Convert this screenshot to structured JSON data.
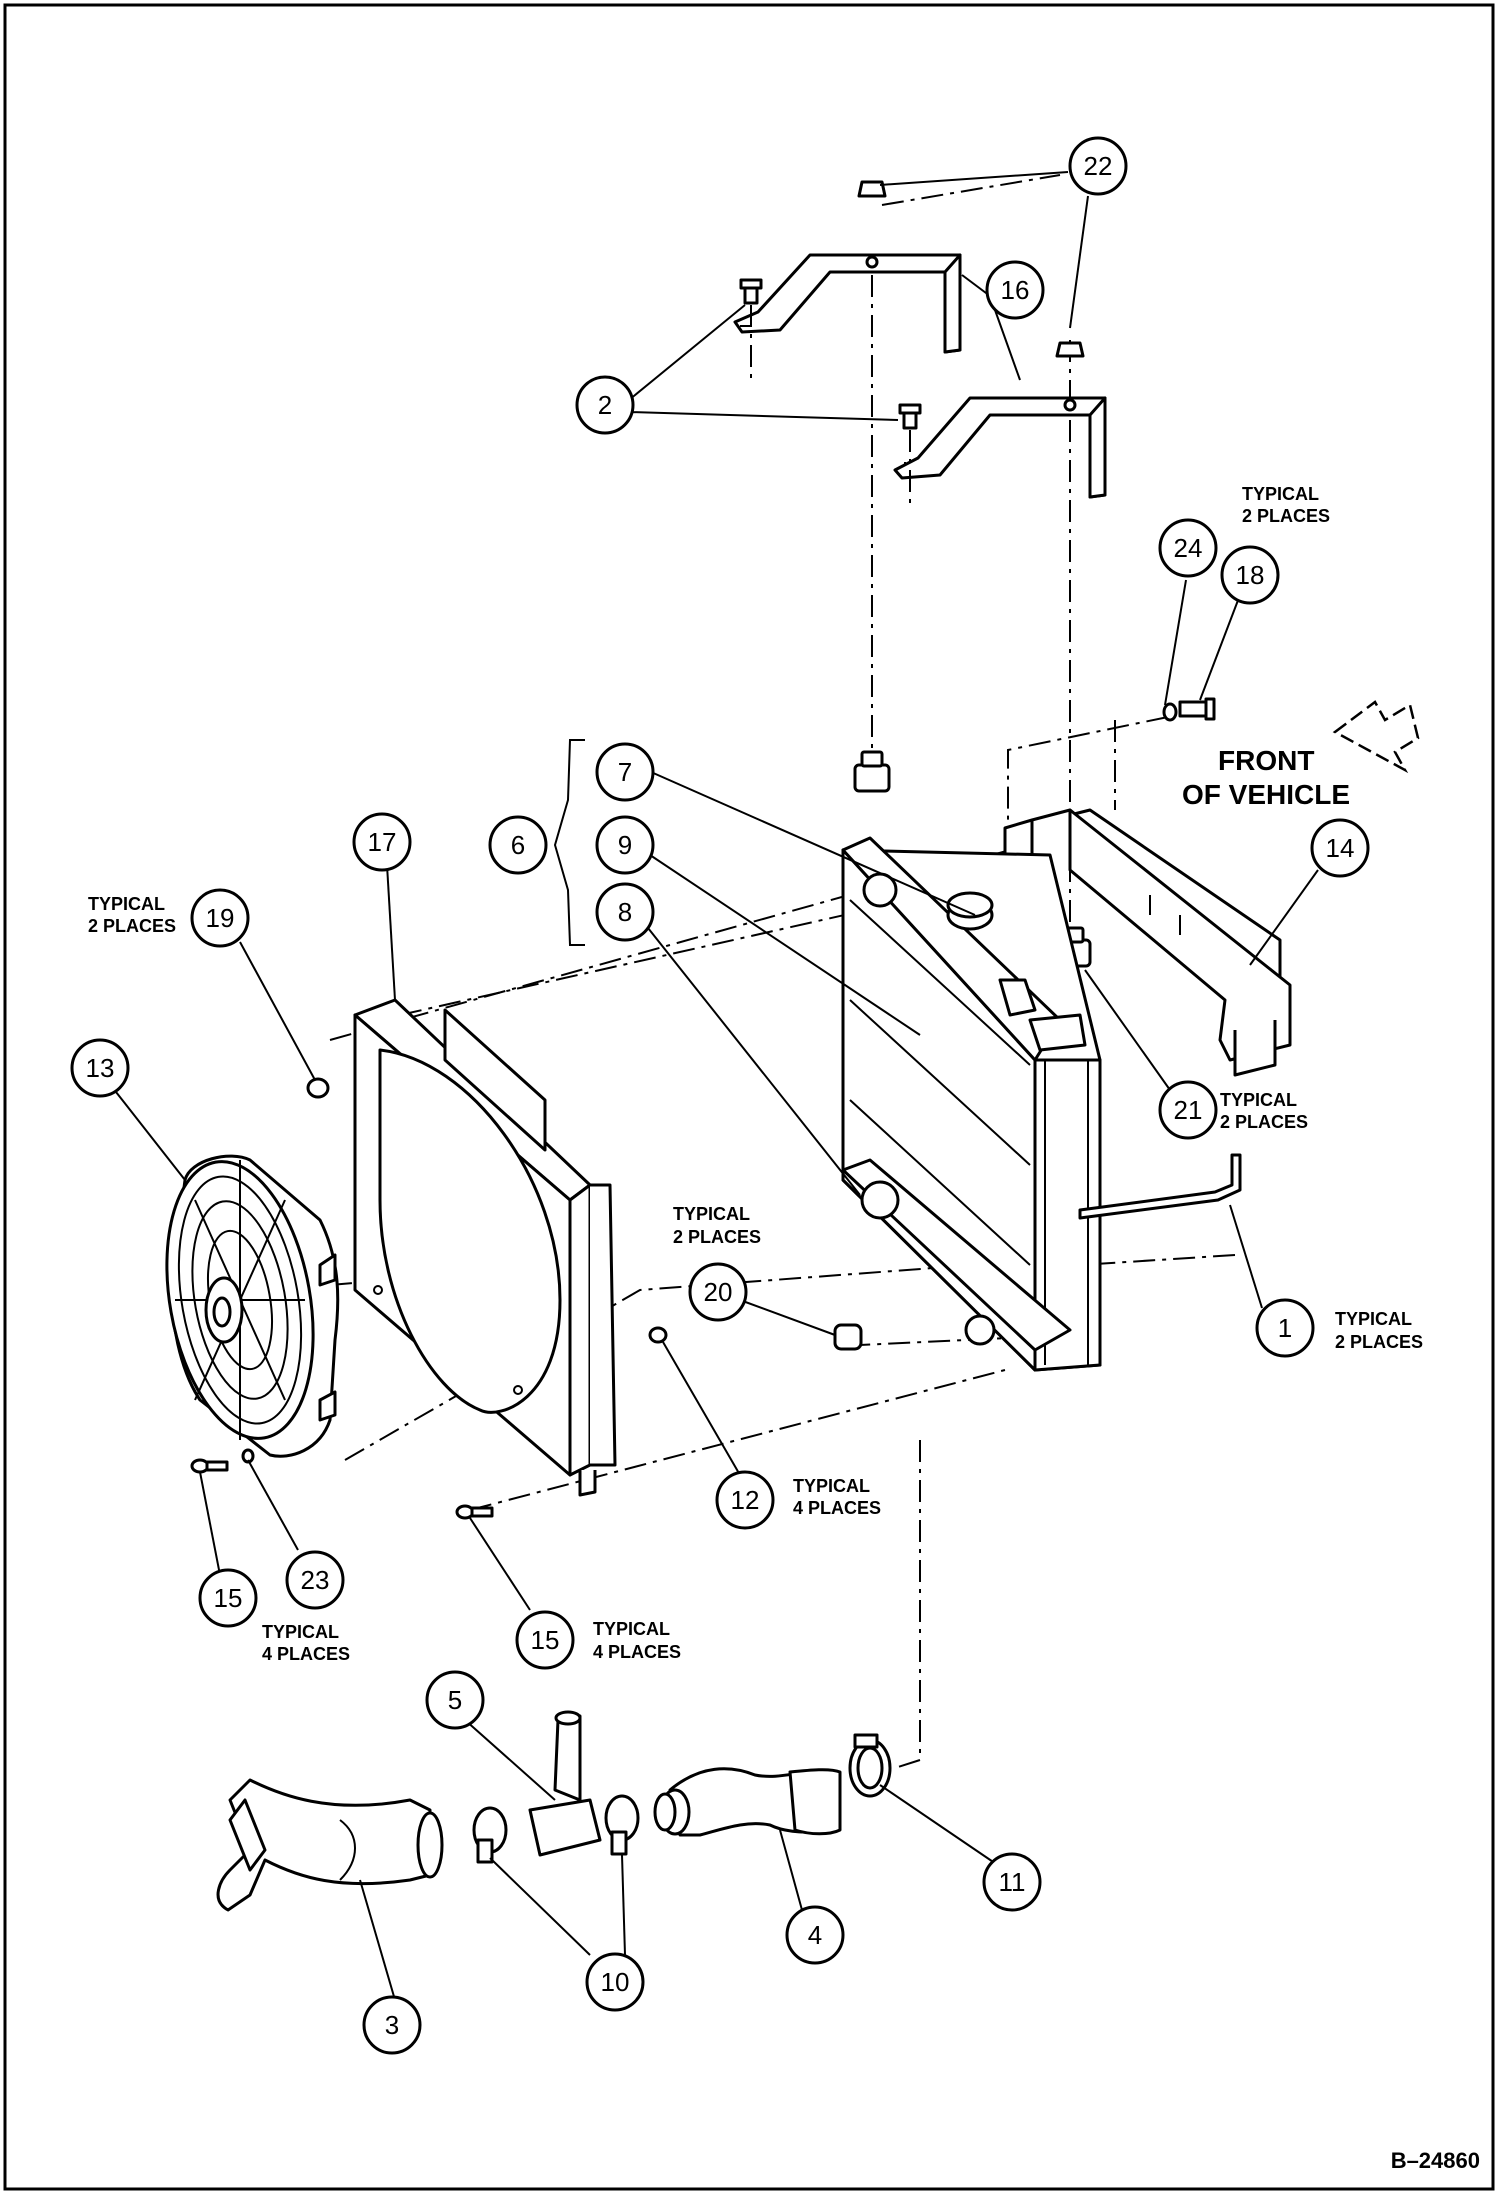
{
  "callouts": [
    {
      "id": "1",
      "label": "1"
    },
    {
      "id": "2",
      "label": "2"
    },
    {
      "id": "3",
      "label": "3"
    },
    {
      "id": "4",
      "label": "4"
    },
    {
      "id": "5",
      "label": "5"
    },
    {
      "id": "6",
      "label": "6"
    },
    {
      "id": "7",
      "label": "7"
    },
    {
      "id": "8",
      "label": "8"
    },
    {
      "id": "9",
      "label": "9"
    },
    {
      "id": "10",
      "label": "10"
    },
    {
      "id": "11",
      "label": "11"
    },
    {
      "id": "12",
      "label": "12"
    },
    {
      "id": "13",
      "label": "13"
    },
    {
      "id": "14",
      "label": "14"
    },
    {
      "id": "15a",
      "label": "15"
    },
    {
      "id": "15b",
      "label": "15"
    },
    {
      "id": "16",
      "label": "16"
    },
    {
      "id": "17",
      "label": "17"
    },
    {
      "id": "18",
      "label": "18"
    },
    {
      "id": "19",
      "label": "19"
    },
    {
      "id": "20",
      "label": "20"
    },
    {
      "id": "21",
      "label": "21"
    },
    {
      "id": "22",
      "label": "22"
    },
    {
      "id": "23",
      "label": "23"
    },
    {
      "id": "24",
      "label": "24"
    }
  ],
  "notes": {
    "typical": "TYPICAL",
    "two_places": "2 PLACES",
    "four_places": "4 PLACES"
  },
  "front_label": {
    "line1": "FRONT",
    "line2": "OF VEHICLE"
  },
  "figure_id": "B–24860"
}
